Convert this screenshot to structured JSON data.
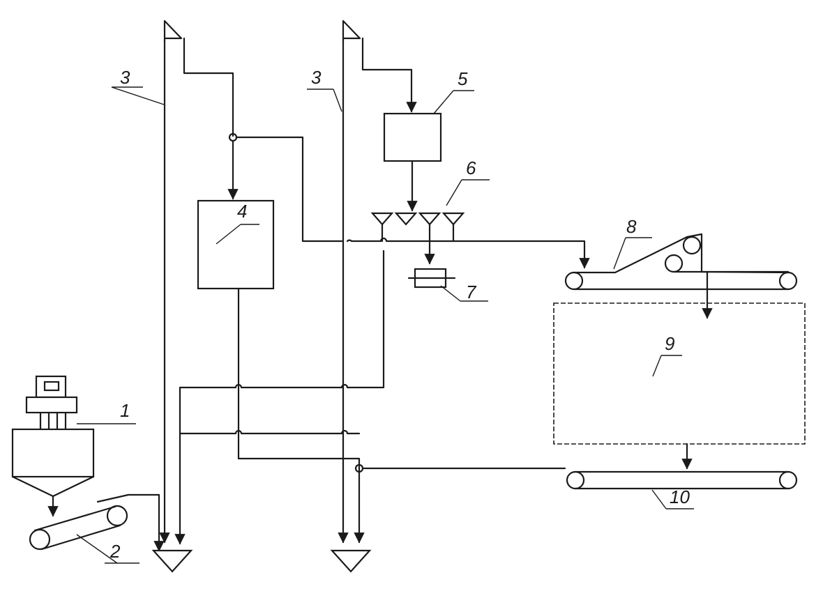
{
  "labels": {
    "n1": "1",
    "n2": "2",
    "n3a": "3",
    "n3b": "3",
    "n4": "4",
    "n5": "5",
    "n6": "6",
    "n7": "7",
    "n8": "8",
    "n9": "9",
    "n10": "10"
  },
  "colors": {
    "ink": "#1a1a1a",
    "paper": "#ffffff"
  }
}
